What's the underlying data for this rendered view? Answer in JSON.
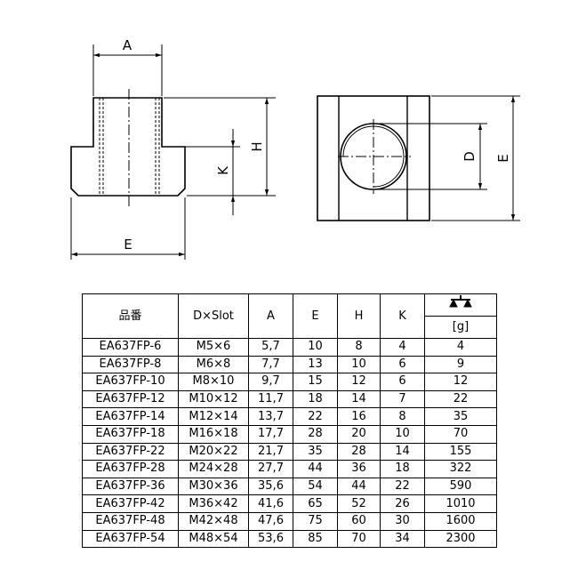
{
  "drawing": {
    "labels": {
      "A": "A",
      "H": "H",
      "K": "K",
      "E_left": "E",
      "D": "D",
      "E_right": "E"
    }
  },
  "table": {
    "headers": [
      "品番",
      "D×Slot",
      "A",
      "E",
      "H",
      "K"
    ],
    "weight_icon": "scale-icon",
    "weight_unit": "[g]",
    "rows": [
      [
        "EA637FP-6",
        "M5×6",
        "5,7",
        "10",
        "8",
        "4",
        "4"
      ],
      [
        "EA637FP-8",
        "M6×8",
        "7,7",
        "13",
        "10",
        "6",
        "9"
      ],
      [
        "EA637FP-10",
        "M8×10",
        "9,7",
        "15",
        "12",
        "6",
        "12"
      ],
      [
        "EA637FP-12",
        "M10×12",
        "11,7",
        "18",
        "14",
        "7",
        "22"
      ],
      [
        "EA637FP-14",
        "M12×14",
        "13,7",
        "22",
        "16",
        "8",
        "35"
      ],
      [
        "EA637FP-18",
        "M16×18",
        "17,7",
        "28",
        "20",
        "10",
        "70"
      ],
      [
        "EA637FP-22",
        "M20×22",
        "21,7",
        "35",
        "28",
        "14",
        "155"
      ],
      [
        "EA637FP-28",
        "M24×28",
        "27,7",
        "44",
        "36",
        "18",
        "322"
      ],
      [
        "EA637FP-36",
        "M30×36",
        "35,6",
        "54",
        "44",
        "22",
        "590"
      ],
      [
        "EA637FP-42",
        "M36×42",
        "41,6",
        "65",
        "52",
        "26",
        "1010"
      ],
      [
        "EA637FP-48",
        "M42×48",
        "47,6",
        "75",
        "60",
        "30",
        "1600"
      ],
      [
        "EA637FP-54",
        "M48×54",
        "53,6",
        "85",
        "70",
        "34",
        "2300"
      ]
    ]
  }
}
